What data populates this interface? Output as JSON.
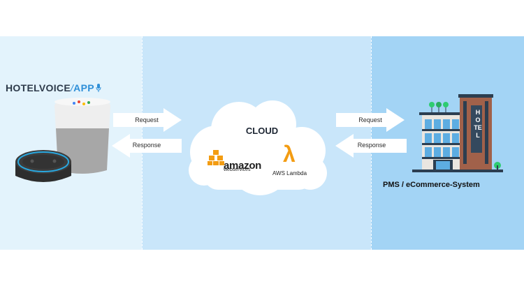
{
  "brand": {
    "word": "HOTELVOICE",
    "slash": "/",
    "app": "APP"
  },
  "flows": {
    "left_request": "Request",
    "left_response": "Response",
    "right_request": "Request",
    "right_response": "Response"
  },
  "cloud": {
    "title": "CLOUD",
    "amazon": "amazon",
    "webservices": "webservices",
    "lambda_symbol": "λ",
    "lambda_label": "AWS Lambda"
  },
  "hotel_sign": "HOTEL",
  "pms_label": "PMS / eCommerce-System"
}
